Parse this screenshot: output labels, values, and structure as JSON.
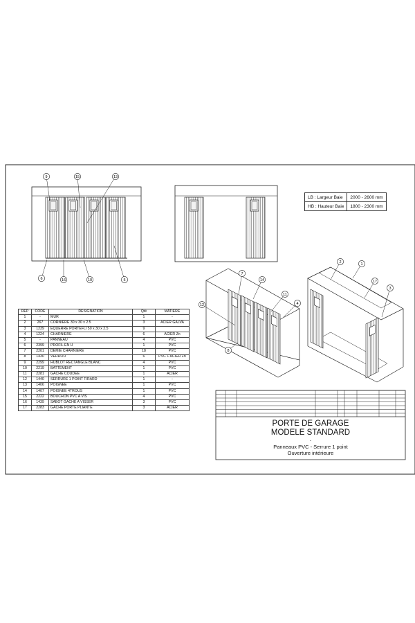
{
  "dimensions": [
    {
      "label": "LB : Largeur Baie",
      "value": "2000 - 2600 mm"
    },
    {
      "label": "HB : Hauteur Baie",
      "value": "1800 - 2300 mm"
    }
  ],
  "parts_list": {
    "headers": [
      "REP",
      "CODE",
      "DESIGNATION",
      "Qté",
      "MATIERE"
    ],
    "rows": [
      [
        "1",
        "-",
        "MUR",
        "1",
        "-"
      ],
      [
        "2",
        "267",
        "CORNIERE 30 x 30 x 2.5",
        "3",
        "ACIER GALVA"
      ],
      [
        "3",
        "1239",
        "EQUERRE PORTEFLI 50 x 30 x 2.5",
        "9",
        ""
      ],
      [
        "4",
        "1224",
        "CHARNIERE",
        "6",
        "ACIER Zn"
      ],
      [
        "5",
        "-",
        "PANNEAU",
        "4",
        "PVC"
      ],
      [
        "6",
        "2399",
        "PROFIL EN U",
        "1",
        "PVC"
      ],
      [
        "7",
        "2201",
        "DEMIE CHARNIERE",
        "18",
        "PVC"
      ],
      [
        "8",
        "1430",
        "VERROU",
        "6",
        "PVC + ACIER Zn"
      ],
      [
        "9",
        "2299",
        "HUBLOT RECTANGLE BLANC",
        "4",
        "PVC"
      ],
      [
        "10",
        "2219",
        "BATTEMENT",
        "1",
        "PVC"
      ],
      [
        "11",
        "2281",
        "GACHE COUDEE",
        "1",
        "ACIER"
      ],
      [
        "12",
        "1440",
        "SERRURE 1 POINT TIRARD",
        "1",
        "-"
      ],
      [
        "13",
        "1406",
        "POIGNEE",
        "1",
        "PVC"
      ],
      [
        "14",
        "1407",
        "POIGNEE 4TROUS",
        "1",
        "PVC"
      ],
      [
        "15",
        "2222",
        "BOUCHON PVC A VIS",
        "4",
        "PVC"
      ],
      [
        "16",
        "1439",
        "SABOT GACHE A VISSER",
        "3",
        "PVC"
      ],
      [
        "17",
        "2283",
        "GACHE PORTE PLIANTE",
        "3",
        "ACIER"
      ]
    ]
  },
  "title_block": {
    "title_line1": "PORTE DE GARAGE",
    "title_line2": "MODELE STANDARD",
    "separator": "-",
    "subtitle_line1": "Panneaux PVC - Serrure 1 point",
    "subtitle_line2": "Ouverture intérieure"
  },
  "callouts": {
    "front_view": [
      "9",
      "15",
      "13",
      "6",
      "16",
      "10",
      "5"
    ],
    "iso_closed": [
      "7",
      "14",
      "11",
      "4",
      "12",
      "8"
    ],
    "iso_open": [
      "2",
      "1",
      "17",
      "3"
    ]
  },
  "colors": {
    "line": "#222222",
    "panel_fill": "#ffffff",
    "window_fill": "#f2f2f2"
  }
}
